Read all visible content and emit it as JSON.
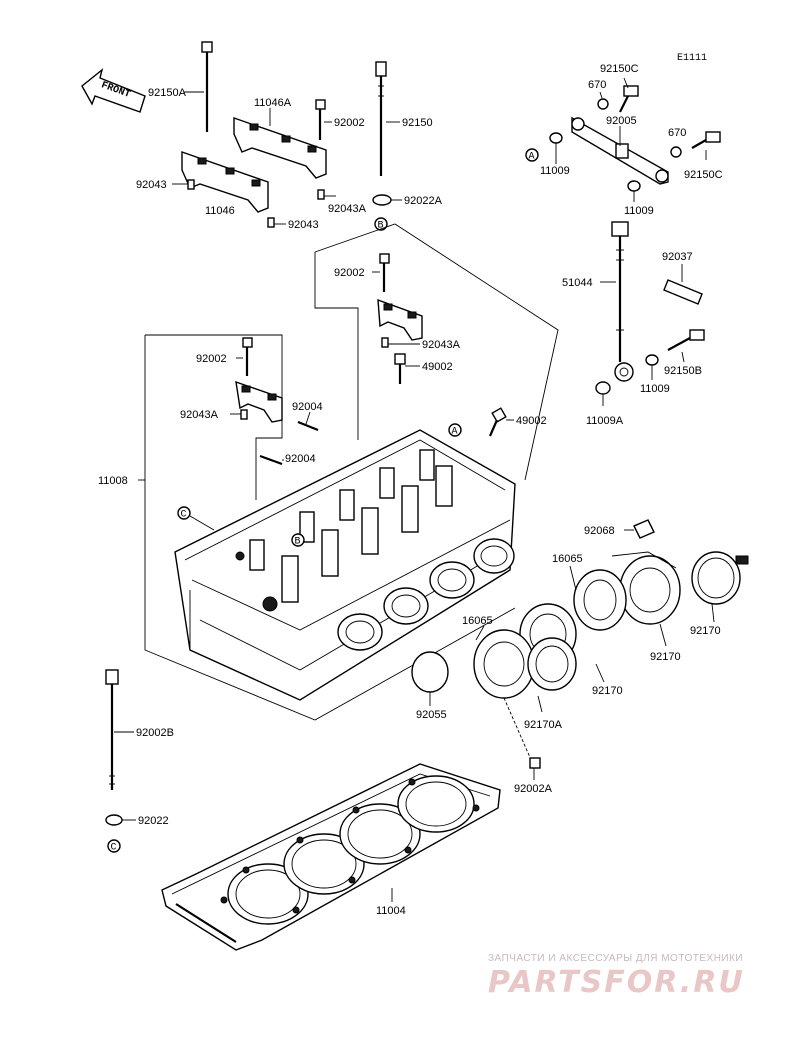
{
  "diagram_code": "E1111",
  "front_arrow_label": "FRONT",
  "callouts": {
    "p11008": "11008",
    "p11004": "11004",
    "p11046": "11046",
    "p11046A": "11046A",
    "p11009": "11009",
    "p11009b": "11009",
    "p11009c": "11009",
    "p11009A": "11009A",
    "p16065a": "16065",
    "p16065b": "16065",
    "p49002a": "49002",
    "p49002b": "49002",
    "p51044": "51044",
    "p670a": "670",
    "p670b": "670",
    "p92002a": "92002",
    "p92002b": "92002",
    "p92002c": "92002",
    "p92002A": "92002A",
    "p92002B": "92002B",
    "p92004a": "92004",
    "p92004b": "92004",
    "p92005": "92005",
    "p92022": "92022",
    "p92022A": "92022A",
    "p92037": "92037",
    "p92043a": "92043",
    "p92043b": "92043",
    "p92043Aa": "92043A",
    "p92043Ab": "92043A",
    "p92043Ac": "92043A",
    "p92055": "92055",
    "p92068": "92068",
    "p92150": "92150",
    "p92150A": "92150A",
    "p92150B": "92150B",
    "p92150Ca": "92150C",
    "p92150Cb": "92150C",
    "p92170a": "92170",
    "p92170b": "92170",
    "p92170c": "92170",
    "p92170A": "92170A"
  },
  "markers": {
    "mA1": "A",
    "mA2": "A",
    "mB1": "B",
    "mB2": "B",
    "mC1": "C",
    "mC2": "C"
  },
  "watermark": {
    "tagline": "ЗАПЧАСТИ И АКСЕССУАРЫ ДЛЯ МОТОТЕХНИКИ",
    "brand": "PARTSFOR.RU"
  }
}
